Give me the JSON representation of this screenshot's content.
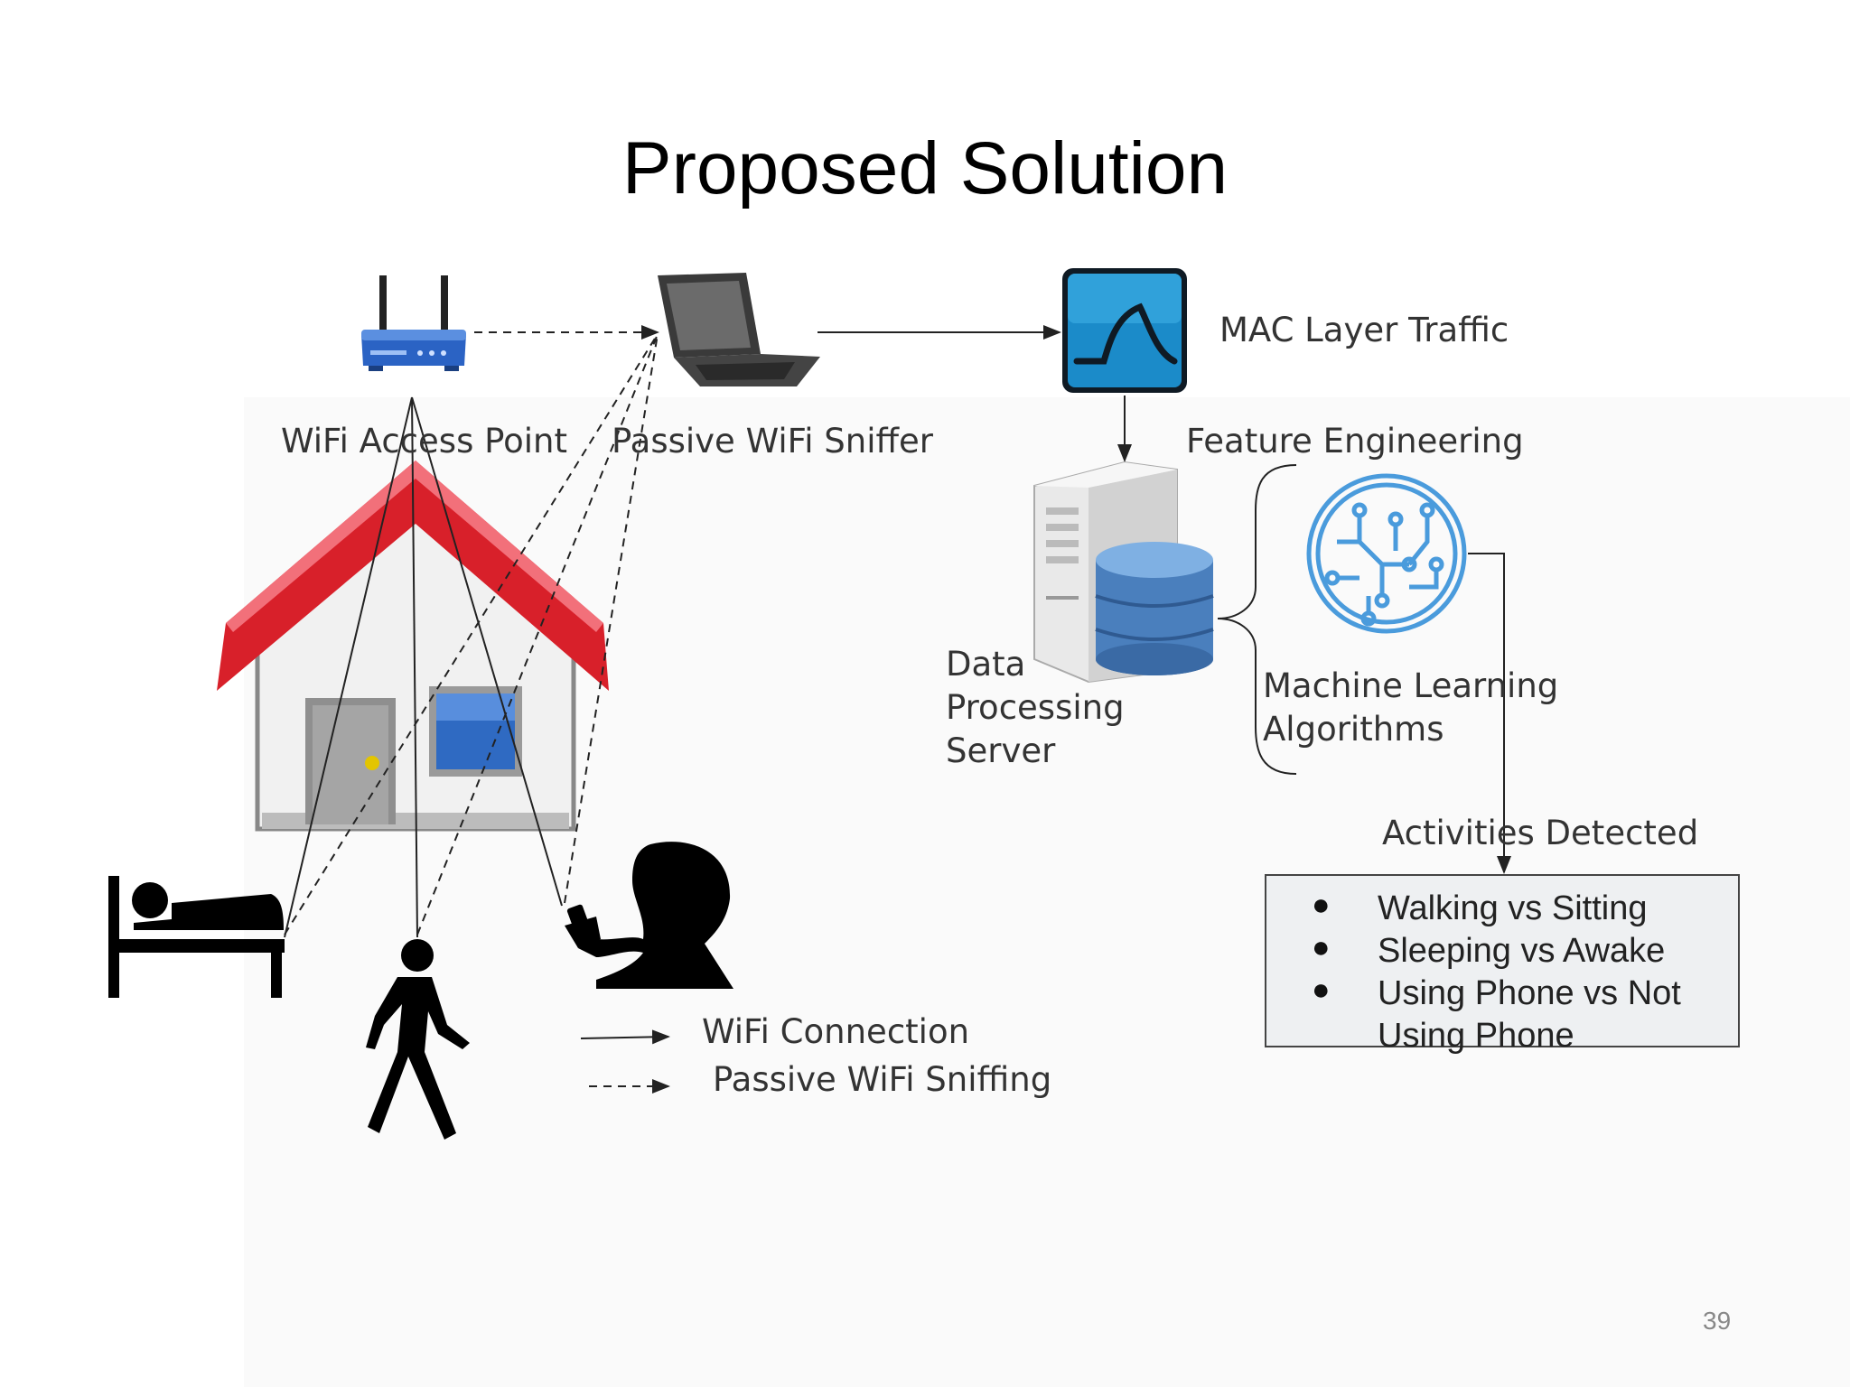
{
  "title": "Proposed Solution",
  "labels": {
    "wifi_access_point": "WiFi Access Point",
    "passive_wifi_sniffer": "Passive WiFi Sniffer",
    "mac_layer_traffic": "MAC Layer Traffic",
    "feature_engineering": "Feature Engineering",
    "data_processing_server": [
      "Data",
      "Processing",
      "Server"
    ],
    "machine_learning_algorithms": [
      "Machine Learning",
      "Algorithms"
    ],
    "activities_detected": "Activities Detected"
  },
  "activities": [
    "Walking vs Sitting",
    "Sleeping vs Awake",
    "Using Phone vs Not",
    "Using Phone"
  ],
  "legend": {
    "solid": "WiFi Connection",
    "dashed": "Passive WiFi Sniffing"
  },
  "page_number": "39",
  "colors": {
    "router_blue": "#2b63c4",
    "roof_red": "#d8202a",
    "wireshark_blue": "#1b8bc9",
    "ml_icon_blue": "#4a9bdc",
    "database_blue": "#4a7fbd"
  },
  "icons": [
    "router-icon",
    "laptop-icon",
    "wireshark-icon",
    "server-icon",
    "database-icon",
    "circuit-brain-icon",
    "house-icon",
    "bed-icon",
    "walking-person-icon",
    "phone-user-icon"
  ]
}
